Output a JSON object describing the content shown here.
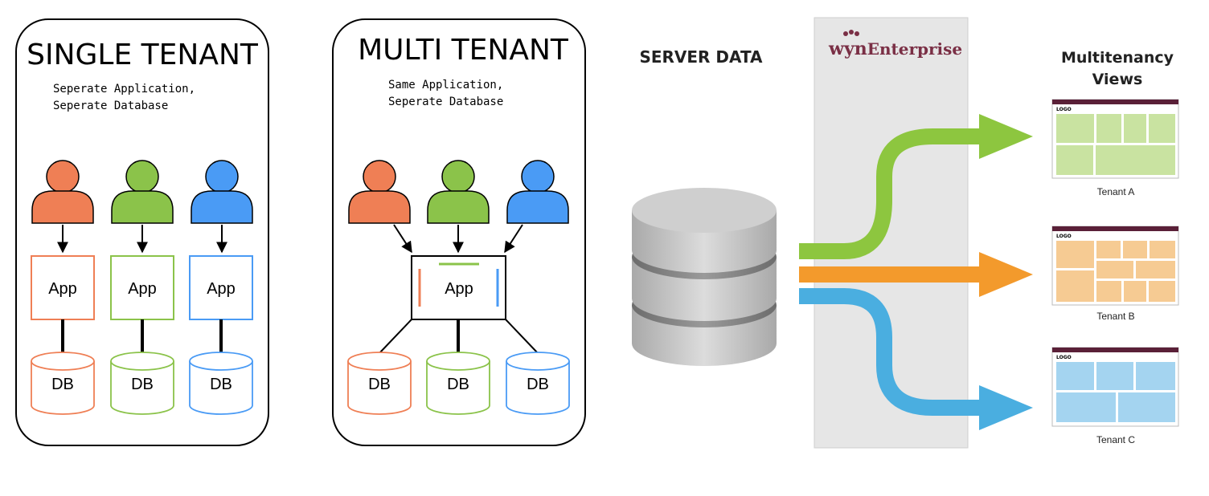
{
  "single_tenant": {
    "title": "SINGLE TENANT",
    "subtitle_line1": "Seperate Application,",
    "subtitle_line2": "Seperate Database",
    "app_label": "App",
    "db_label": "DB",
    "colors": [
      "#ef7f55",
      "#8bc34a",
      "#4a9bf5"
    ]
  },
  "multi_tenant": {
    "title": "MULTI TENANT",
    "subtitle_line1": "Same Application,",
    "subtitle_line2": "Seperate Database",
    "app_label": "App",
    "db_label": "DB",
    "colors": [
      "#ef7f55",
      "#8bc34a",
      "#4a9bf5"
    ]
  },
  "server": {
    "title": "SERVER DATA"
  },
  "wyn": {
    "brand_prefix": "wyn",
    "brand_suffix": "Enterprise",
    "brand_color": "#7a2f45",
    "band_color": "#e6e6e6"
  },
  "views": {
    "title_line1": "Multitenancy",
    "title_line2": "Views",
    "logo_text": "LOGO",
    "tenants": [
      {
        "label": "Tenant A",
        "color": "#8dc63f"
      },
      {
        "label": "Tenant B",
        "color": "#f39a2c"
      },
      {
        "label": "Tenant C",
        "color": "#4aaee0"
      }
    ]
  }
}
